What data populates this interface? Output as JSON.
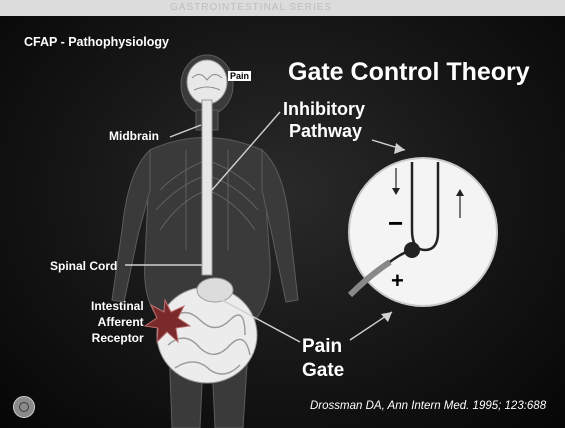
{
  "header": "GASTROINTESTINAL SERIES",
  "course": "CFAP - Pathophysiology",
  "title": "Gate Control Theory",
  "inhibitory": {
    "line1": "Inhibitory",
    "line2": "Pathway"
  },
  "labels": {
    "midbrain": "Midbrain",
    "spinal_cord": "Spinal Cord",
    "intestinal": [
      "Intestinal",
      "Afferent",
      "Receptor"
    ],
    "brain_pain": "Pain"
  },
  "pain_gate": {
    "line1": "Pain",
    "line2": "Gate"
  },
  "citation": "Drossman DA, Ann Intern Med. 1995; 123:688",
  "inset": {
    "minus": "−",
    "plus": "+"
  }
}
